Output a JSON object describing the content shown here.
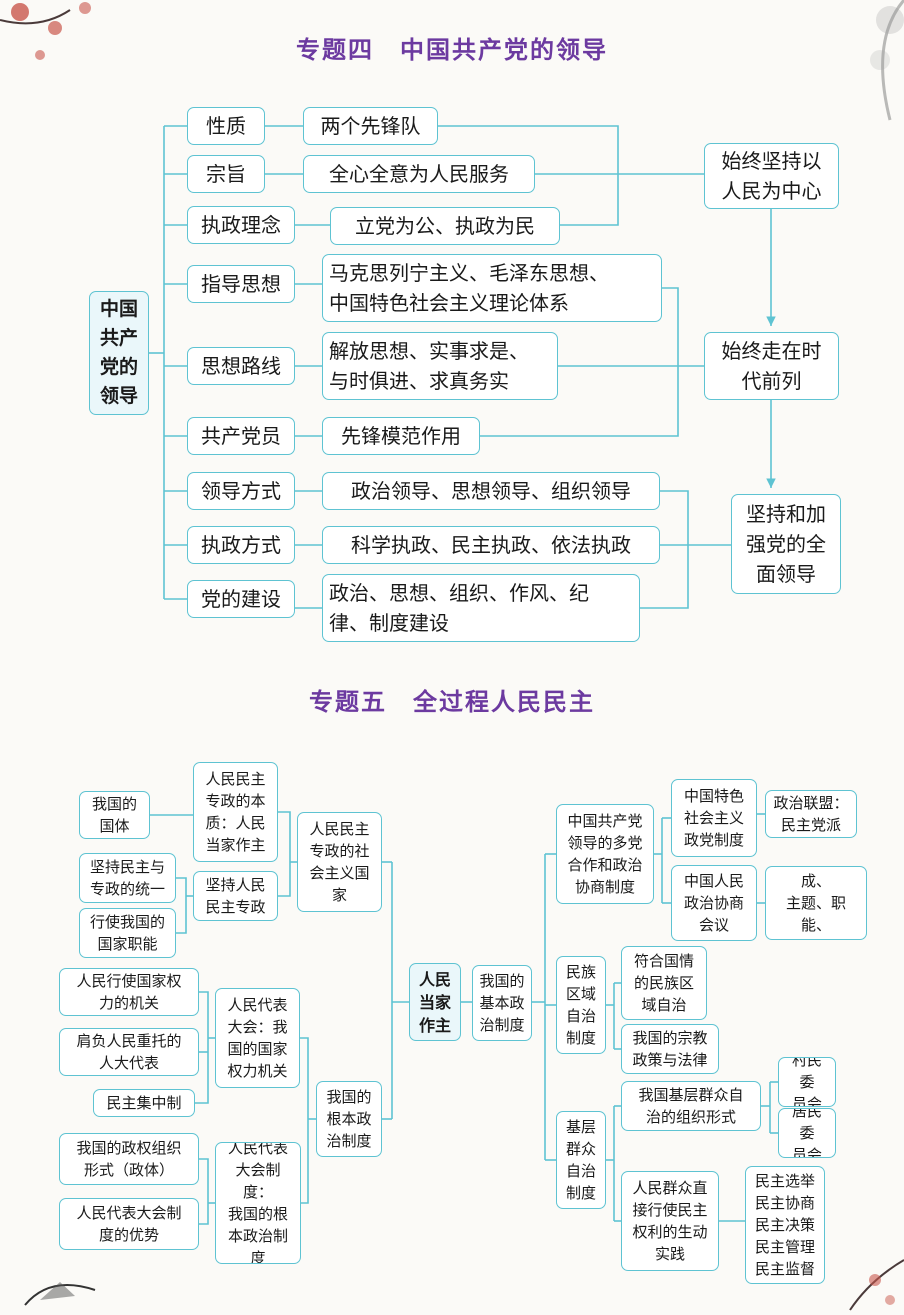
{
  "section4": {
    "title": "专题四　中国共产党的领导",
    "root": "中国\n共产\n党的\n领导",
    "rows": [
      {
        "label": "性质",
        "value": "两个先锋队"
      },
      {
        "label": "宗旨",
        "value": "全心全意为人民服务"
      },
      {
        "label": "执政理念",
        "value": "立党为公、执政为民"
      },
      {
        "label": "指导思想",
        "value": "马克思列宁主义、毛泽东思想、\n中国特色社会主义理论体系"
      },
      {
        "label": "思想路线",
        "value": "解放思想、实事求是、\n与时俱进、求真务实"
      },
      {
        "label": "共产党员",
        "value": "先锋模范作用"
      },
      {
        "label": "领导方式",
        "value": "政治领导、思想领导、组织领导"
      },
      {
        "label": "执政方式",
        "value": "科学执政、民主执政、依法执政"
      },
      {
        "label": "党的建设",
        "value": "政治、思想、组织、作风、纪\n律、制度建设"
      }
    ],
    "outcomes": [
      "始终坚持以\n人民为中心",
      "始终走在时\n代前列",
      "坚持和加\n强党的全\n面领导"
    ]
  },
  "section5": {
    "title": "专题五　全过程人民民主",
    "center": "人民\n当家\n作主",
    "basic": "我国的\n基本政\n治制度",
    "left": {
      "branch1": {
        "label": "人民民主\n专政的社\n会主义国\n家",
        "essence": "人民民主\n专政的本\n质：人民\n当家作主",
        "guoti": "我国的\n国体",
        "uphold": "坚持人民\n民主专政",
        "unity": "坚持民主与\n专政的统一",
        "function": "行使我国的\n国家职能"
      },
      "branch2": {
        "label": "我国的\n根本政\n治制度",
        "npc": "人民代表\n大会：我\n国的国家\n权力机关",
        "organ": "人民行使国家权\n力的机关",
        "deputies": "肩负人民重托的\n人大代表",
        "centralism": "民主集中制",
        "npc_system": "人民代表\n大会制度：\n我国的根\n本政治制\n度",
        "form": "我国的政权组织\n形式（政体）",
        "advantage": "人民代表大会制\n度的优势"
      }
    },
    "right": {
      "party_system": {
        "label": "中国共产党\n领导的多党\n合作和政治\n协商制度",
        "sub1": "中国特色\n社会主义\n政党制度",
        "sub1_detail": "政治联盟：\n民主党派",
        "sub2": "中国人民\n政治协商\n会议",
        "sub2_detail": "性质、组成、\n主题、职能、\n作用、要求"
      },
      "ethnic": {
        "label": "民族\n区域\n自治\n制度",
        "sub1": "符合国情\n的民族区\n域自治",
        "sub2": "我国的宗教\n政策与法律"
      },
      "grassroots": {
        "label": "基层\n群众\n自治\n制度",
        "sub1": "我国基层群众自\n治的组织形式",
        "village": "村民委\n员会",
        "resident": "居民委\n员会",
        "sub2": "人民群众直\n接行使民主\n权利的生动\n实践",
        "democracy": [
          "民主选举",
          "民主协商",
          "民主决策",
          "民主管理",
          "民主监督"
        ]
      }
    }
  },
  "colors": {
    "box_border": "#5ec3d2",
    "connector": "#5ec3d2",
    "title": "#6c3aa0",
    "background": "#fbfaf7"
  }
}
